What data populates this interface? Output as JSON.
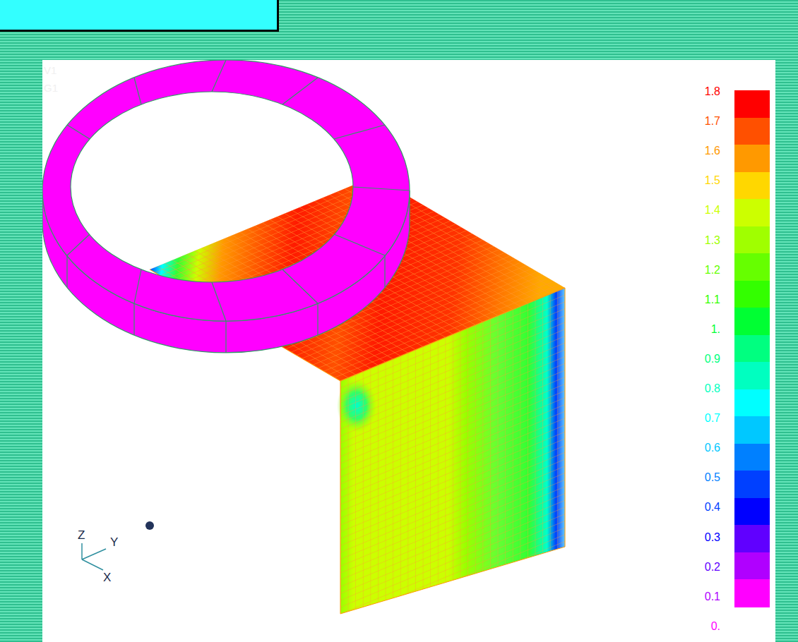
{
  "diagram": {
    "labels": [
      "V1",
      "G1",
      "Z",
      "Y",
      "X"
    ],
    "legend": [
      {
        "text": "1.8",
        "color": "#ff0000"
      },
      {
        "text": "1.7",
        "color": "#ff5000"
      },
      {
        "text": "1.6",
        "color": "#ff9900"
      },
      {
        "text": "1.5",
        "color": "#ffd700"
      },
      {
        "text": "1.4",
        "color": "#ccff00"
      },
      {
        "text": "1.3",
        "color": "#a0ff00"
      },
      {
        "text": "1.2",
        "color": "#66ff00"
      },
      {
        "text": "1.1",
        "color": "#33ff00"
      },
      {
        "text": "1.",
        "color": "#00ff33"
      },
      {
        "text": "0.9",
        "color": "#00ff80"
      },
      {
        "text": "0.8",
        "color": "#00ffc0"
      },
      {
        "text": "0.7",
        "color": "#00ffff"
      },
      {
        "text": "0.6",
        "color": "#00c8ff"
      },
      {
        "text": "0.5",
        "color": "#0080ff"
      },
      {
        "text": "0.4",
        "color": "#0040ff"
      },
      {
        "text": "0.3",
        "color": "#0000ff"
      },
      {
        "text": "0.2",
        "color": "#6000ff"
      },
      {
        "text": "0.1",
        "color": "#b000ff"
      },
      {
        "text": "0.",
        "color": "#ff00ff"
      }
    ]
  }
}
